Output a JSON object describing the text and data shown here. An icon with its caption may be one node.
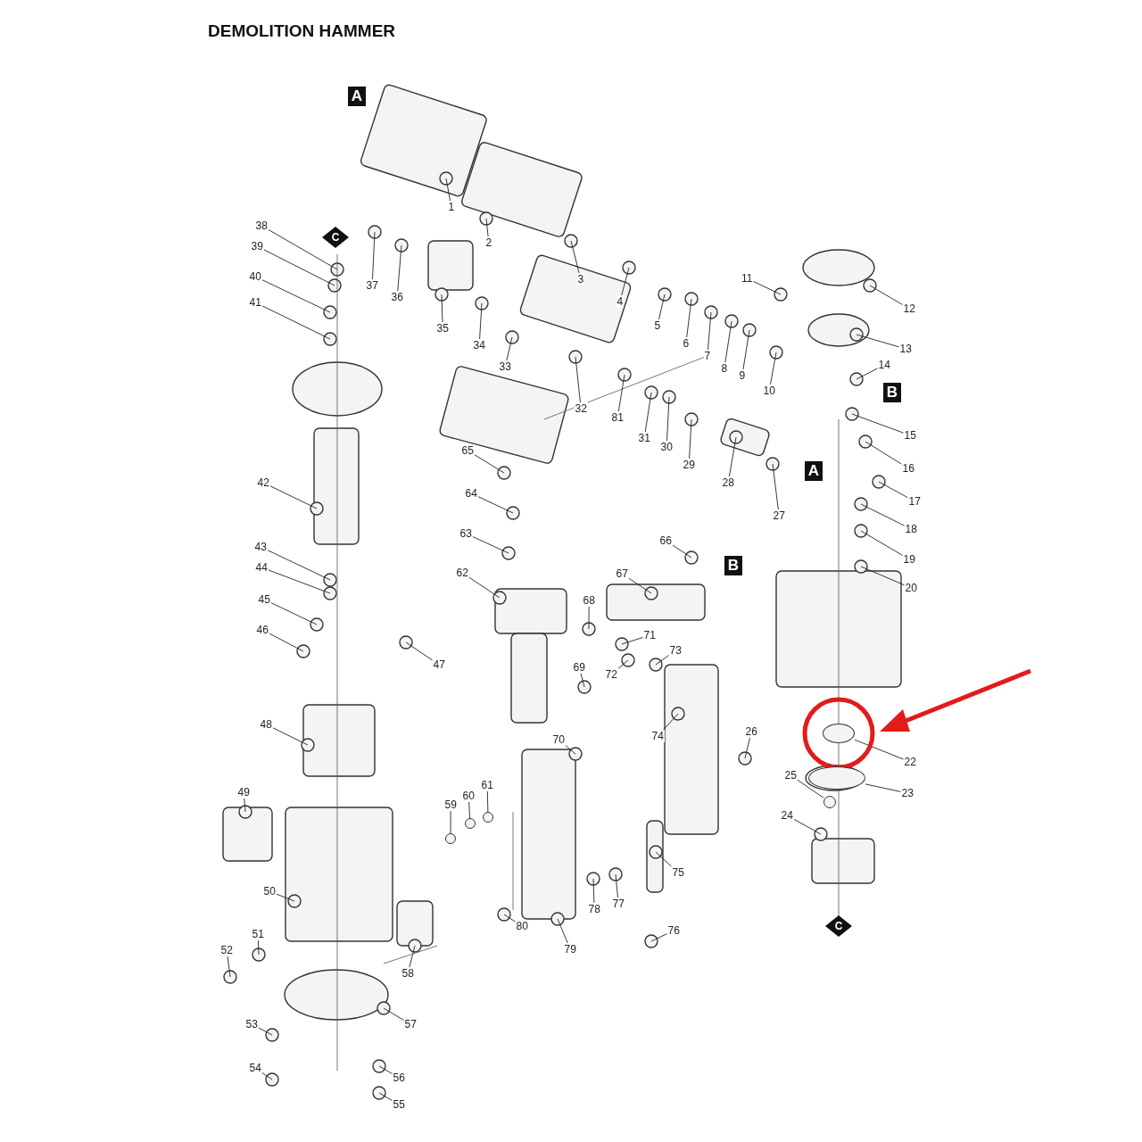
{
  "diagram": {
    "title": "DEMOLITION HAMMER",
    "nodes": [
      {
        "text": [
          "1"
        ]
      },
      {
        "text": [
          "2"
        ]
      },
      {
        "text": [
          "3"
        ]
      },
      {
        "text": [
          "4"
        ]
      },
      {
        "text": [
          "5"
        ]
      },
      {
        "text": [
          "6"
        ]
      },
      {
        "text": [
          "7"
        ]
      },
      {
        "text": [
          "8"
        ]
      },
      {
        "text": [
          "9"
        ]
      },
      {
        "text": [
          "10"
        ]
      },
      {
        "text": [
          "11"
        ]
      },
      {
        "text": [
          "12"
        ]
      },
      {
        "text": [
          "13"
        ]
      },
      {
        "text": [
          "14"
        ]
      },
      {
        "text": [
          "15"
        ]
      },
      {
        "text": [
          "16"
        ]
      },
      {
        "text": [
          "17"
        ]
      },
      {
        "text": [
          "18"
        ]
      },
      {
        "text": [
          "19"
        ]
      },
      {
        "text": [
          "20"
        ]
      },
      {
        "text": [
          "22"
        ]
      },
      {
        "text": [
          "23"
        ]
      },
      {
        "text": [
          "24"
        ]
      },
      {
        "text": [
          "25"
        ]
      },
      {
        "text": [
          "26"
        ]
      },
      {
        "text": [
          "27"
        ]
      },
      {
        "text": [
          "28"
        ]
      },
      {
        "text": [
          "29"
        ]
      },
      {
        "text": [
          "30"
        ]
      },
      {
        "text": [
          "31"
        ]
      },
      {
        "text": [
          "32"
        ]
      },
      {
        "text": [
          "33"
        ]
      },
      {
        "text": [
          "34"
        ]
      },
      {
        "text": [
          "35"
        ]
      },
      {
        "text": [
          "36"
        ]
      },
      {
        "text": [
          "37"
        ]
      },
      {
        "text": [
          "38"
        ]
      },
      {
        "text": [
          "39"
        ]
      },
      {
        "text": [
          "40"
        ]
      },
      {
        "text": [
          "41"
        ]
      },
      {
        "text": [
          "42"
        ]
      },
      {
        "text": [
          "43"
        ]
      },
      {
        "text": [
          "44"
        ]
      },
      {
        "text": [
          "45"
        ]
      },
      {
        "text": [
          "46"
        ]
      },
      {
        "text": [
          "47"
        ]
      },
      {
        "text": [
          "48"
        ]
      },
      {
        "text": [
          "49"
        ]
      },
      {
        "text": [
          "50"
        ]
      },
      {
        "text": [
          "51"
        ]
      },
      {
        "text": [
          "52"
        ]
      },
      {
        "text": [
          "53"
        ]
      },
      {
        "text": [
          "54"
        ]
      },
      {
        "text": [
          "55"
        ]
      },
      {
        "text": [
          "56"
        ]
      },
      {
        "text": [
          "57"
        ]
      },
      {
        "text": [
          "58"
        ]
      },
      {
        "text": [
          "59"
        ]
      },
      {
        "text": [
          "60"
        ]
      },
      {
        "text": [
          "61"
        ]
      },
      {
        "text": [
          "62"
        ]
      },
      {
        "text": [
          "63"
        ]
      },
      {
        "text": [
          "64"
        ]
      },
      {
        "text": [
          "65"
        ]
      },
      {
        "text": [
          "66"
        ]
      },
      {
        "text": [
          "67"
        ]
      },
      {
        "text": [
          "68"
        ]
      },
      {
        "text": [
          "69"
        ]
      },
      {
        "text": [
          "70"
        ]
      },
      {
        "text": [
          "71"
        ]
      },
      {
        "text": [
          "72"
        ]
      },
      {
        "text": [
          "73"
        ]
      },
      {
        "text": [
          "74"
        ]
      },
      {
        "text": [
          "75"
        ]
      },
      {
        "text": [
          "76"
        ]
      },
      {
        "text": [
          "77"
        ]
      },
      {
        "text": [
          "78"
        ]
      },
      {
        "text": [
          "79"
        ]
      },
      {
        "text": [
          "80"
        ]
      },
      {
        "text": [
          "81"
        ]
      },
      {
        "text": [],
        "shape": "circle"
      },
      {
        "text": [],
        "shape": "circle"
      },
      {
        "text": [],
        "shape": "circle"
      },
      {
        "text": [],
        "shape": "circle"
      },
      {
        "text": [],
        "shape": "circle"
      },
      {
        "text": [],
        "shape": "circle"
      }
    ],
    "edges": [
      {
        "from": 0,
        "to": null,
        "arrow": "none"
      },
      {
        "from": 1,
        "to": null,
        "arrow": "none"
      },
      {
        "from": 2,
        "to": null,
        "arrow": "none"
      },
      {
        "from": 3,
        "to": null,
        "arrow": "none"
      },
      {
        "from": 4,
        "to": null,
        "arrow": "none"
      },
      {
        "from": 5,
        "to": null,
        "arrow": "none"
      },
      {
        "from": 6,
        "to": null,
        "arrow": "none"
      },
      {
        "from": 7,
        "to": null,
        "arrow": "none"
      },
      {
        "from": 8,
        "to": null,
        "arrow": "none"
      },
      {
        "from": 9,
        "to": null,
        "arrow": "none"
      },
      {
        "from": 10,
        "to": null,
        "arrow": "none"
      },
      {
        "from": 11,
        "to": null,
        "arrow": "none"
      },
      {
        "from": 12,
        "to": null,
        "arrow": "none"
      },
      {
        "from": 13,
        "to": null,
        "arrow": "none"
      },
      {
        "from": 14,
        "to": null,
        "arrow": "none"
      },
      {
        "from": 15,
        "to": null,
        "arrow": "none"
      },
      {
        "from": 16,
        "to": null,
        "arrow": "none"
      },
      {
        "from": 17,
        "to": null,
        "arrow": "none"
      },
      {
        "from": 18,
        "to": null,
        "arrow": "none"
      },
      {
        "from": 19,
        "to": null,
        "arrow": "none"
      },
      {
        "from": 20,
        "to": 80,
        "arrow": "none"
      },
      {
        "from": 21,
        "to": 81,
        "arrow": "none"
      },
      {
        "from": 22,
        "to": null,
        "arrow": "none"
      },
      {
        "from": 23,
        "to": 84,
        "arrow": "none"
      },
      {
        "from": 24,
        "to": null,
        "arrow": "none"
      },
      {
        "from": 25,
        "to": null,
        "arrow": "none"
      },
      {
        "from": 26,
        "to": null,
        "arrow": "none"
      },
      {
        "from": 27,
        "to": null,
        "arrow": "none"
      },
      {
        "from": 28,
        "to": null,
        "arrow": "none"
      },
      {
        "from": 29,
        "to": null,
        "arrow": "none"
      },
      {
        "from": 30,
        "to": null,
        "arrow": "none"
      },
      {
        "from": 31,
        "to": null,
        "arrow": "none"
      },
      {
        "from": 32,
        "to": null,
        "arrow": "none"
      },
      {
        "from": 33,
        "to": null,
        "arrow": "none"
      },
      {
        "from": 34,
        "to": null,
        "arrow": "none"
      },
      {
        "from": 35,
        "to": null,
        "arrow": "none"
      },
      {
        "from": 36,
        "to": null,
        "arrow": "none"
      },
      {
        "from": 37,
        "to": null,
        "arrow": "none"
      },
      {
        "from": 38,
        "to": null,
        "arrow": "none"
      },
      {
        "from": 39,
        "to": null,
        "arrow": "none"
      },
      {
        "from": 40,
        "to": null,
        "arrow": "none"
      },
      {
        "from": 41,
        "to": null,
        "arrow": "none"
      },
      {
        "from": 42,
        "to": null,
        "arrow": "none"
      },
      {
        "from": 43,
        "to": null,
        "arrow": "none"
      },
      {
        "from": 44,
        "to": null,
        "arrow": "none"
      },
      {
        "from": 45,
        "to": null,
        "arrow": "none"
      },
      {
        "from": 46,
        "to": null,
        "arrow": "none"
      },
      {
        "from": 47,
        "to": null,
        "arrow": "none"
      },
      {
        "from": 48,
        "to": null,
        "arrow": "none"
      },
      {
        "from": 49,
        "to": null,
        "arrow": "none"
      },
      {
        "from": 50,
        "to": null,
        "arrow": "none"
      },
      {
        "from": 51,
        "to": null,
        "arrow": "none"
      },
      {
        "from": 52,
        "to": null,
        "arrow": "none"
      },
      {
        "from": 53,
        "to": null,
        "arrow": "none"
      },
      {
        "from": 54,
        "to": null,
        "arrow": "none"
      },
      {
        "from": 55,
        "to": null,
        "arrow": "none"
      },
      {
        "from": 56,
        "to": null,
        "arrow": "none"
      },
      {
        "from": 57,
        "to": 85,
        "arrow": "none"
      },
      {
        "from": 58,
        "to": 82,
        "arrow": "none"
      },
      {
        "from": 59,
        "to": 83,
        "arrow": "none"
      },
      {
        "from": 60,
        "to": null,
        "arrow": "none"
      },
      {
        "from": 61,
        "to": null,
        "arrow": "none"
      },
      {
        "from": 62,
        "to": null,
        "arrow": "none"
      },
      {
        "from": 63,
        "to": null,
        "arrow": "none"
      },
      {
        "from": 64,
        "to": null,
        "arrow": "none"
      },
      {
        "from": 65,
        "to": null,
        "arrow": "none"
      },
      {
        "from": 66,
        "to": null,
        "arrow": "none"
      },
      {
        "from": 67,
        "to": null,
        "arrow": "none"
      },
      {
        "from": 68,
        "to": null,
        "arrow": "none"
      },
      {
        "from": 69,
        "to": null,
        "arrow": "none"
      },
      {
        "from": 70,
        "to": null,
        "arrow": "none"
      },
      {
        "from": 71,
        "to": null,
        "arrow": "none"
      },
      {
        "from": 72,
        "to": null,
        "arrow": "none"
      },
      {
        "from": 73,
        "to": null,
        "arrow": "none"
      },
      {
        "from": 74,
        "to": null,
        "arrow": "none"
      },
      {
        "from": 75,
        "to": null,
        "arrow": "none"
      },
      {
        "from": 76,
        "to": null,
        "arrow": "none"
      },
      {
        "from": 77,
        "to": null,
        "arrow": "none"
      },
      {
        "from": 78,
        "to": null,
        "arrow": "none"
      },
      {
        "from": 79,
        "to": null,
        "arrow": "none"
      }
    ],
    "labels": [
      "A",
      "C",
      "B",
      "A",
      "B",
      "C"
    ]
  }
}
